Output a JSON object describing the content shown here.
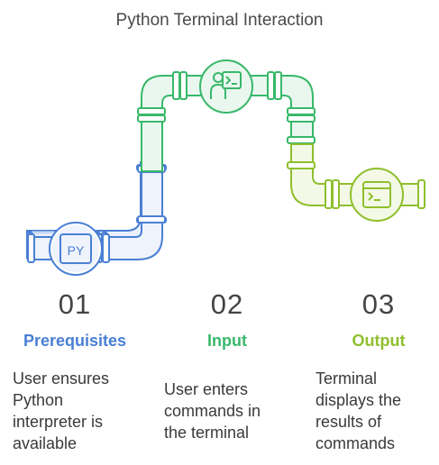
{
  "title": "Python Terminal Interaction",
  "colors": {
    "blue": "#4a7fd4",
    "green": "#38b86a",
    "lime": "#8fbf2e"
  },
  "steps": [
    {
      "number": "01",
      "label": "Prerequisites",
      "description_lines": [
        "User ensures",
        "Python",
        "interpreter is",
        "available"
      ],
      "icon": "python-file-icon"
    },
    {
      "number": "02",
      "label": "Input",
      "description_lines": [
        "User enters",
        "commands in",
        "the terminal"
      ],
      "icon": "user-terminal-icon"
    },
    {
      "number": "03",
      "label": "Output",
      "description_lines": [
        "Terminal",
        "displays the",
        "results of",
        "commands"
      ],
      "icon": "terminal-window-icon"
    }
  ],
  "icon_text": {
    "py": "PY"
  }
}
